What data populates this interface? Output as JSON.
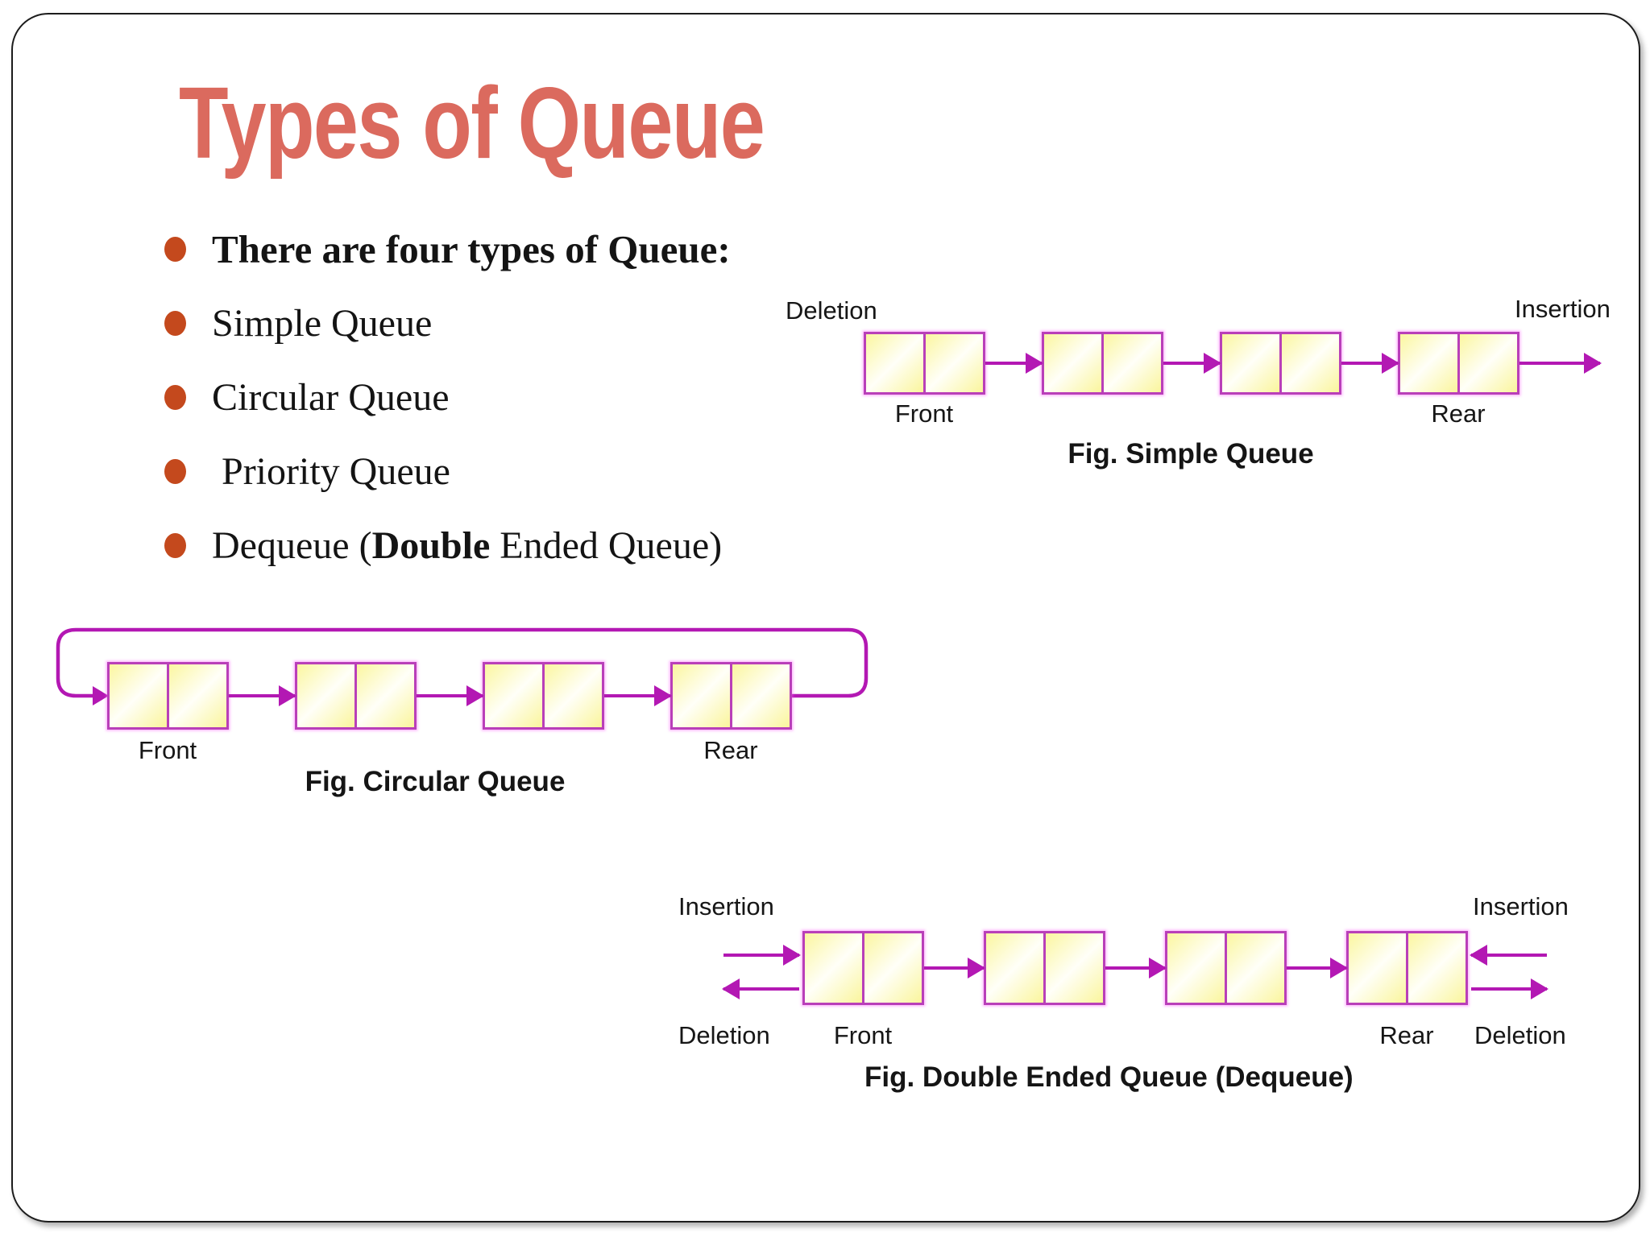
{
  "slide": {
    "title": "Types of Queue",
    "bullets": {
      "intro": "There are four types of Queue:",
      "items": [
        "Simple Queue",
        "Circular Queue",
        "Priority Queue"
      ],
      "dequeue": {
        "prefix": "Dequeue (",
        "bold": "Double",
        "suffix": " Ended Queue)"
      }
    }
  },
  "diagrams": {
    "simple": {
      "caption": "Fig. Simple Queue",
      "deletion_label": "Deletion",
      "insertion_label": "Insertion",
      "front_label": "Front",
      "rear_label": "Rear",
      "node_count": 4
    },
    "circular": {
      "caption": "Fig. Circular Queue",
      "front_label": "Front",
      "rear_label": "Rear",
      "node_count": 4
    },
    "dequeue": {
      "caption": "Fig. Double Ended Queue (Dequeue)",
      "left_top_label": "Insertion",
      "left_bottom_label": "Deletion",
      "right_top_label": "Insertion",
      "right_bottom_label": "Deletion",
      "front_label": "Front",
      "rear_label": "Rear",
      "node_count": 4
    }
  },
  "colors": {
    "title": "#DB6A5E",
    "bullet_dot": "#C4491D",
    "node_border": "#B93FB9",
    "arrow": "#B318B3",
    "node_fill_yellow": "#FBF6A0",
    "node_fill_light": "#FFFFF8",
    "node_fill_yellow2": "#FAF59C",
    "text": "#141414"
  }
}
